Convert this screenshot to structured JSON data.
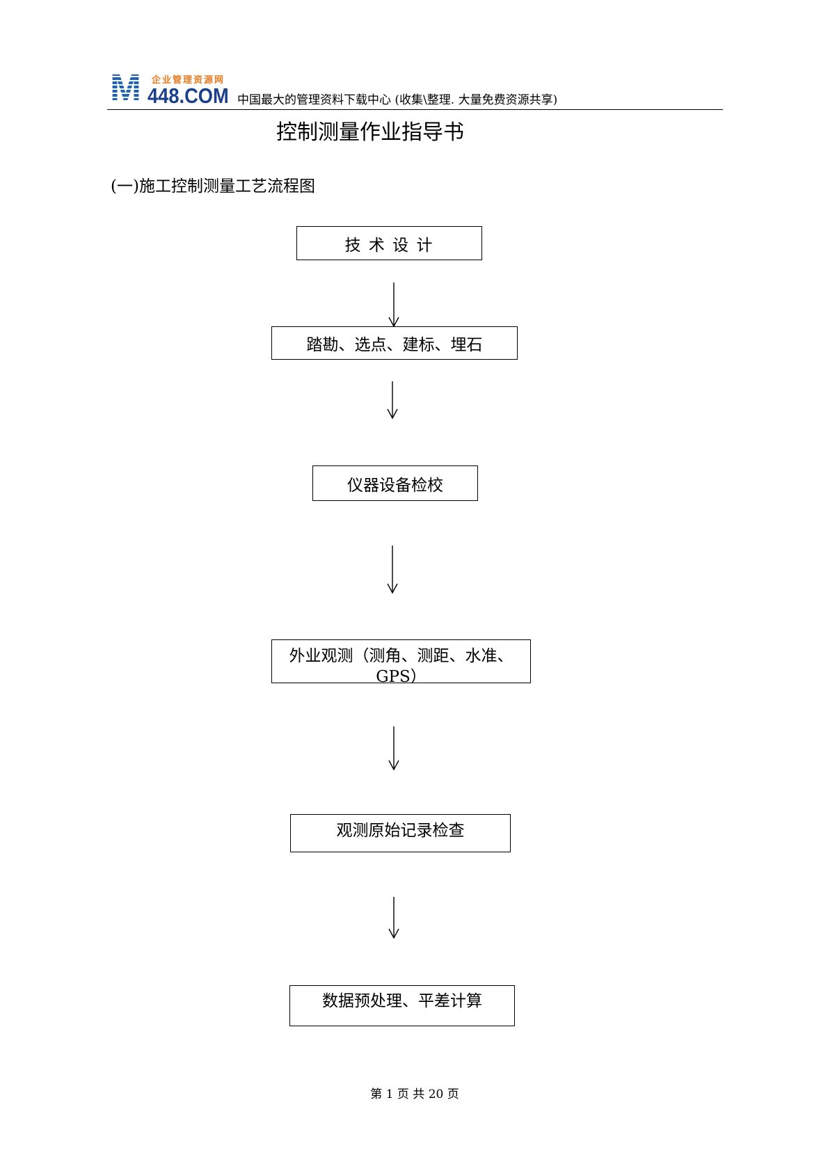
{
  "header": {
    "logo": {
      "letter": "M",
      "site_name": "企业管理资源网",
      "domain": "448.COM"
    },
    "tagline": "中国最大的管理资料下载中心 (收集\\整理. 大量免费资源共享)"
  },
  "document": {
    "title": "控制测量作业指导书",
    "section_heading": "(一)施工控制测量工艺流程图"
  },
  "flowchart": {
    "steps": [
      "技 术 设 计",
      "踏勘、选点、建标、埋石",
      "仪器设备检校",
      "外业观测（测角、测距、水准、GPS）",
      "观测原始记录检查",
      "数据预处理、平差计算"
    ]
  },
  "footer": {
    "page_indicator": "第 1 页 共 20 页"
  },
  "colors": {
    "logo_blue": "#1f63b8",
    "logo_navy": "#1b3f8a",
    "logo_orange": "#e97a1f",
    "text": "#000000"
  }
}
